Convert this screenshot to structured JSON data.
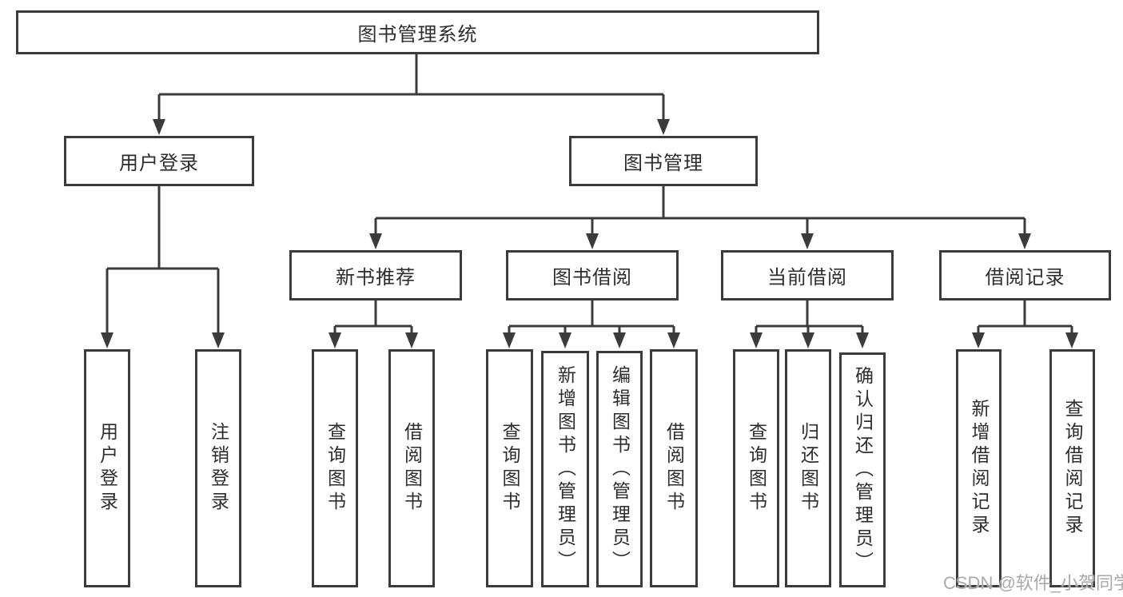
{
  "page": {
    "background": "#ffffff",
    "watermark": "CSDN @软件_小贺同学"
  },
  "colors": {
    "line": "#3b3b3b",
    "box_border": "#3b3b3b",
    "text": "#2d2d2d",
    "watermark": "#a9a9a9"
  },
  "diagram": {
    "type": "tree",
    "root": {
      "label": "图书管理系统"
    },
    "level2": [
      {
        "label": "用户登录"
      },
      {
        "label": "图书管理"
      }
    ],
    "level3": [
      {
        "parent": "图书管理",
        "label": "新书推荐"
      },
      {
        "parent": "图书管理",
        "label": "图书借阅"
      },
      {
        "parent": "图书管理",
        "label": "当前借阅"
      },
      {
        "parent": "图书管理",
        "label": "借阅记录"
      }
    ],
    "leaves": [
      {
        "parent": "用户登录",
        "label": "用户登录"
      },
      {
        "parent": "用户登录",
        "label": "注销登录"
      },
      {
        "parent": "新书推荐",
        "label": "查询图书"
      },
      {
        "parent": "新书推荐",
        "label": "借阅图书"
      },
      {
        "parent": "图书借阅",
        "label": "查询图书"
      },
      {
        "parent": "图书借阅",
        "label": "新增图书（管理员）"
      },
      {
        "parent": "图书借阅",
        "label": "编辑图书（管理员）"
      },
      {
        "parent": "图书借阅",
        "label": "借阅图书"
      },
      {
        "parent": "当前借阅",
        "label": "查询图书"
      },
      {
        "parent": "当前借阅",
        "label": "归还图书"
      },
      {
        "parent": "当前借阅",
        "label": "确认归还（管理员）"
      },
      {
        "parent": "借阅记录",
        "label": "新增借阅记录"
      },
      {
        "parent": "借阅记录",
        "label": "查询借阅记录"
      }
    ]
  }
}
